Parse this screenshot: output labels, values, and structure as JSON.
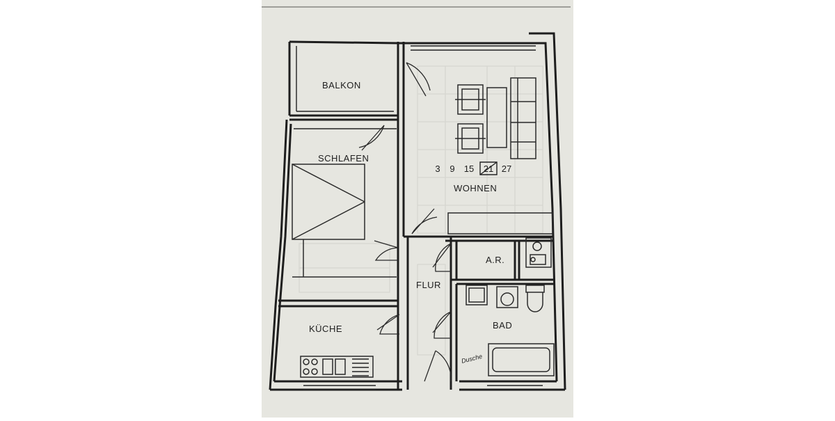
{
  "plan": {
    "rooms": {
      "balkon": "BALKON",
      "schlafen": "SCHLAFEN",
      "wohnen": "WOHNEN",
      "kueche": "KÜCHE",
      "flur": "FLUR",
      "abstellraum": "A.R.",
      "bad": "BAD"
    },
    "stair_numbers": [
      "3",
      "9",
      "15",
      "21",
      "27"
    ],
    "highlighted_number": "21",
    "bath_fixture_note": "Dusche"
  },
  "colors": {
    "paper": "#e6e6e0",
    "ink": "#1e1e1e",
    "background": "#ffffff"
  }
}
